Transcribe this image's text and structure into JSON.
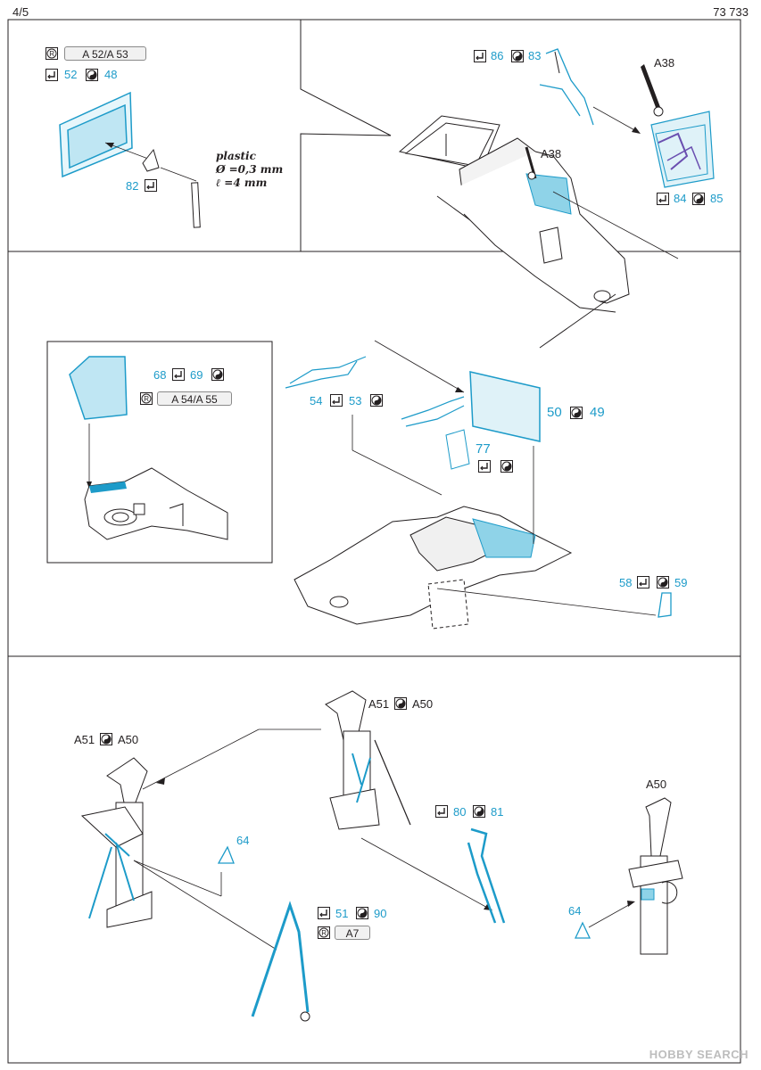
{
  "header": {
    "page": "4/5",
    "sheet": "73 733"
  },
  "panel1": {
    "ref_tag": "A 52/A 53",
    "bend_num": "52",
    "fold_num": "48",
    "part_82": "82",
    "note": [
      "plastic",
      "Ø =0,3 mm",
      "ℓ =4 mm"
    ]
  },
  "top_right": {
    "n86": "86",
    "n83": "83",
    "a38_top": "A38",
    "a38_mid": "A38",
    "n84": "84",
    "n85": "85"
  },
  "panel2": {
    "n68": "68",
    "n69": "69",
    "ref_tag": "A 54/A 55"
  },
  "middle": {
    "n54": "54",
    "n53": "53",
    "n50": "50",
    "n49": "49",
    "n77": "77",
    "n58": "58",
    "n59": "59"
  },
  "bottom": {
    "a51_left": "A51",
    "a50_left": "A50",
    "a51_mid": "A51",
    "a50_mid": "A50",
    "n64_left": "64",
    "n80": "80",
    "n81": "81",
    "n51": "51",
    "n90": "90",
    "ref_a7": "A7",
    "a50_right": "A50",
    "n64_right": "64"
  },
  "watermark": "HOBBY SEARCH",
  "icons": {
    "bend": "bend-arrow-icon",
    "fold": "yin-yang-icon",
    "ref": "ref-r-icon"
  },
  "colors": {
    "accent": "#1d9bc9",
    "ink": "#231f20",
    "fill_blue": "#8fd3e8",
    "violet": "#6a4fb0"
  }
}
